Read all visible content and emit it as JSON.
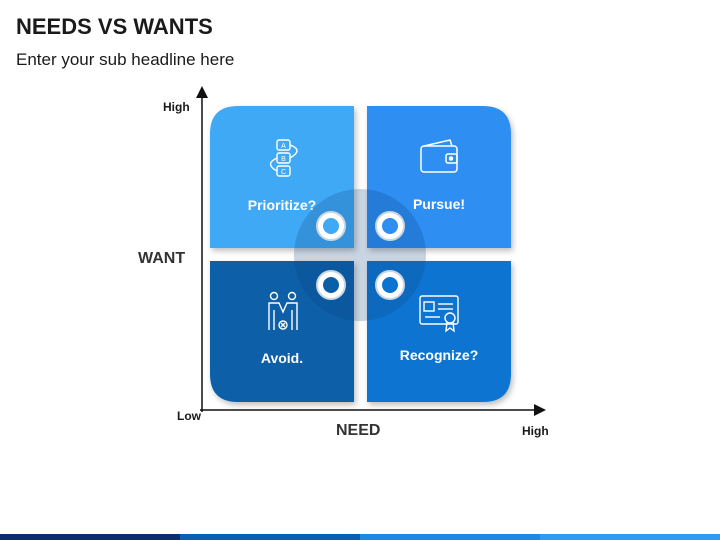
{
  "header": {
    "title": "NEEDS VS WANTS",
    "subtitle": "Enter your sub headline here"
  },
  "axes": {
    "y_high": "High",
    "y_low": "Low",
    "y_label": "WANT",
    "x_high": "High",
    "x_label": "NEED"
  },
  "quadrants": [
    {
      "label": "Prioritize?",
      "color": "#3fa9f5",
      "icon": "abc-steps-icon"
    },
    {
      "label": "Pursue!",
      "color": "#2e8ef2",
      "icon": "wallet-icon"
    },
    {
      "label": "Avoid.",
      "color": "#0a5fa8",
      "icon": "handshake-people-icon"
    },
    {
      "label": "Recognize?",
      "color": "#0b74d1",
      "icon": "certificate-icon"
    }
  ],
  "colors": {
    "bar": [
      "#0b2d6b",
      "#0b5fb0",
      "#1e88e5",
      "#2e9bf0"
    ]
  }
}
